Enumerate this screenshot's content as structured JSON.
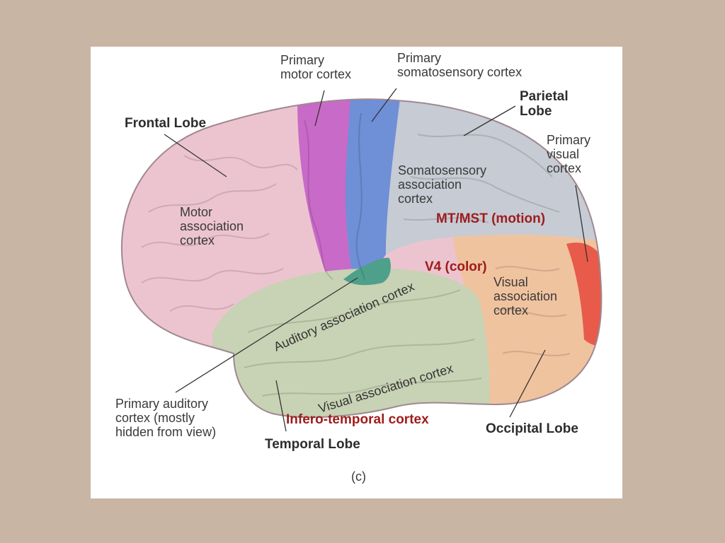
{
  "labels": {
    "primary_motor": "Primary\nmotor cortex",
    "primary_somatosensory": "Primary\nsomatosensory cortex",
    "parietal_lobe": "Parietal\nLobe",
    "frontal_lobe": "Frontal Lobe",
    "primary_visual": "Primary\nvisual\ncortex",
    "somatosensory_assoc": "Somatosensory\nassociation\ncortex",
    "motor_assoc": "Motor\nassociation\ncortex",
    "mt_mst": "MT/MST (motion)",
    "v4": "V4 (color)",
    "visual_assoc_right": "Visual\nassociation\ncortex",
    "auditory_assoc": "Auditory association cortex",
    "visual_assoc_temporal": "Visual association cortex",
    "primary_auditory": "Primary auditory\ncortex (mostly\nhidden from view)",
    "infero_temporal": "Infero-temporal cortex",
    "temporal_lobe": "Temporal Lobe",
    "occipital_lobe": "Occipital Lobe",
    "panel_letter": "(c)"
  },
  "colors": {
    "background": "#c8b5a3",
    "frontal": "#ecc4cf",
    "motor_strip": "#c86ac8",
    "somatosensory_strip": "#6f8fd6",
    "parietal": "#c6cbd4",
    "temporal": "#c8d2b4",
    "occipital": "#f0c39f",
    "primary_visual_strip": "#e85a4a",
    "auditory_primary": "#4fa08a",
    "highlight_label": "#9e1c1c"
  }
}
